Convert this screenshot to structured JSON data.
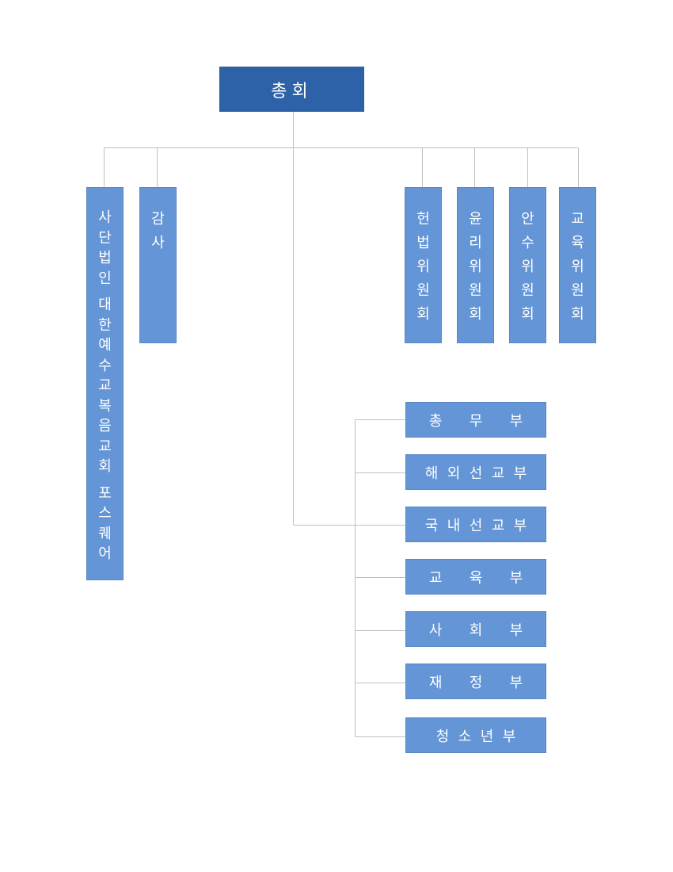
{
  "root": {
    "label": "총회"
  },
  "left_nodes": {
    "corporation": {
      "label_lines": [
        "사단법인",
        "대한예수교복음교회",
        "포스퀘어"
      ]
    },
    "audit": {
      "label": "감사"
    }
  },
  "committees": [
    {
      "label": "헌법위원회"
    },
    {
      "label": "윤리위원회"
    },
    {
      "label": "안수위원회"
    },
    {
      "label": "교육위원회"
    }
  ],
  "departments": [
    {
      "label": "총 무 부"
    },
    {
      "label": "해외선교부"
    },
    {
      "label": "국내선교부"
    },
    {
      "label": "교 육 부"
    },
    {
      "label": "사 회 부"
    },
    {
      "label": "재 정 부"
    },
    {
      "label": "청소년부"
    }
  ],
  "colors": {
    "root_fill": "#2e62a8",
    "node_fill": "#6495d6",
    "connector": "#c0c0c0",
    "text": "#ffffff"
  }
}
